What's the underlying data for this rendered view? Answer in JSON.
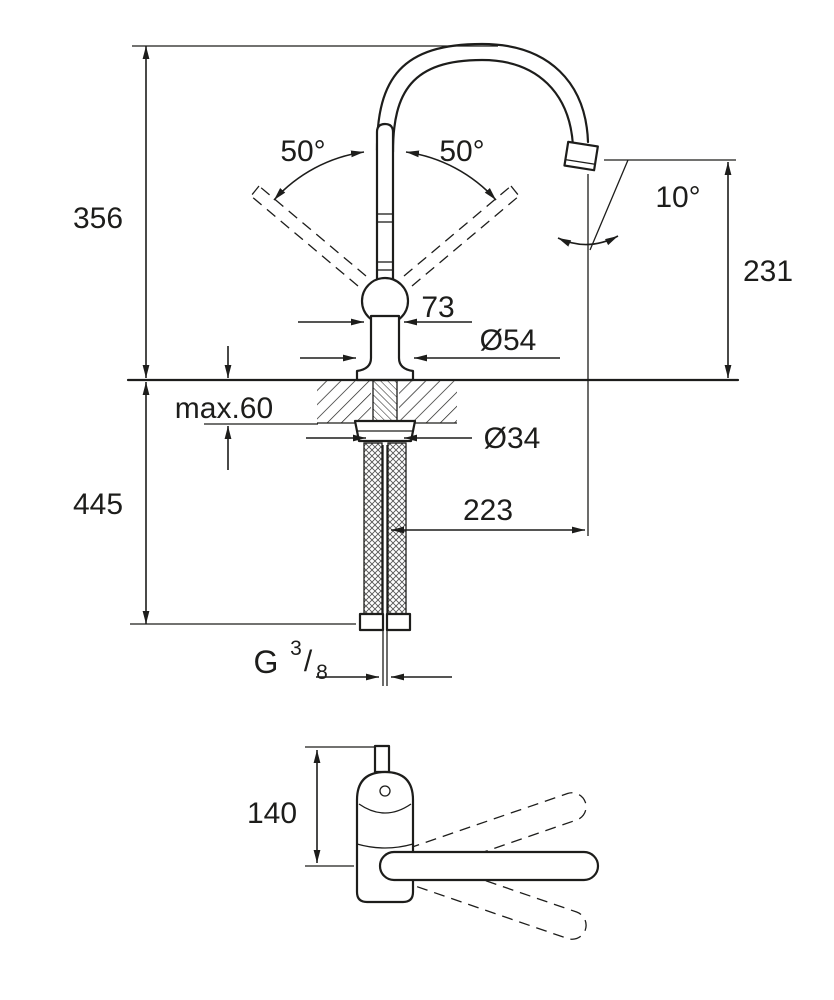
{
  "drawing": {
    "kind": "faucet-installation-dimension-drawing",
    "colors": {
      "line": "#1d1d1b",
      "background": "#ffffff",
      "braid": "#555555"
    }
  },
  "dims": {
    "total_height": "356",
    "swivel_left": "50°",
    "swivel_right": "50°",
    "spout_angle": "10°",
    "outlet_height": "231",
    "lever_offset": "73",
    "base_diameter": "Ø54",
    "max_deck": "max.60",
    "hole_diameter": "Ø34",
    "below_deck": "445",
    "spout_reach": "223",
    "thread": {
      "prefix": "G",
      "numerator": "3",
      "slash": "/",
      "denominator": "8"
    },
    "top_view_offset": "140"
  }
}
